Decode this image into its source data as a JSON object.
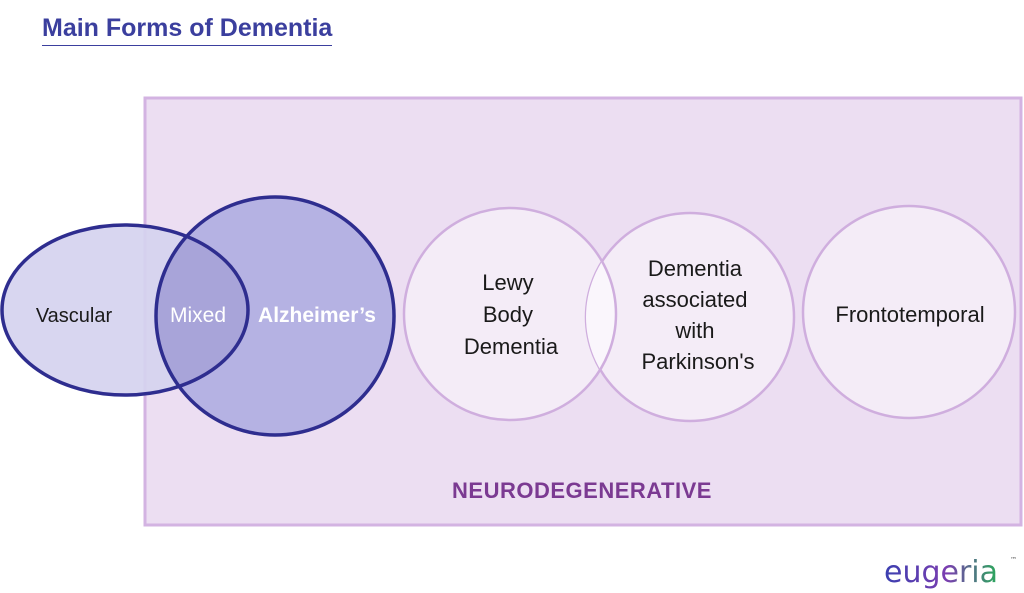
{
  "title": "Main Forms of Dementia",
  "labels": {
    "vascular": "Vascular",
    "mixed": "Mixed",
    "alzheimers": "Alzheimer’s",
    "lewy": [
      "Lewy",
      "Body",
      "Dementia"
    ],
    "parkinsons": [
      "Dementia",
      "associated",
      "with",
      "Parkinson's"
    ],
    "frontotemporal": "Frontotemporal",
    "group": "NEURODEGENERATIVE"
  },
  "logo": {
    "text": "eugeria",
    "trademark": "™"
  },
  "colors": {
    "title": "#3b3f9e",
    "group_fill": "#ecdef2",
    "group_stroke": "#d3b3e2",
    "group_label": "#7b3a92",
    "venn_stroke": "#2e2d8f",
    "vascular_fill": "#d5d3ef",
    "alzheimers_fill": "#b5b2e3",
    "mixed_fill": "#a8a4d9",
    "light_circle_fill": "#f4ecf7",
    "light_circle_stroke": "#cfaede",
    "logo_gradient": [
      "#3a3fb0",
      "#7a3db0",
      "#2aaa5a"
    ]
  }
}
